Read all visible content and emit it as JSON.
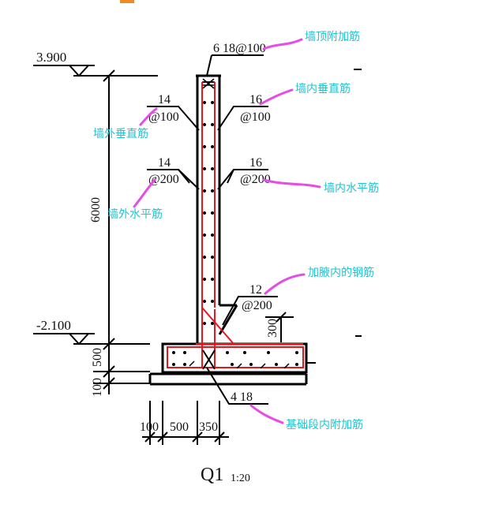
{
  "colors": {
    "annotation": "#22c3cf",
    "leader": "#e64ce6",
    "rebar": "#e8141e",
    "line": "#000000",
    "marker": "#f08a24"
  },
  "elevations": {
    "top": "3.900",
    "bottom": "-2.100"
  },
  "dimensions": {
    "height": "6000",
    "footing": "500",
    "cushion": "100",
    "base_1": "100",
    "base_2": "500",
    "base_3": "350",
    "haunch": "300"
  },
  "rebar_labels": {
    "top": "6 18@100",
    "outer_vert_size": "14",
    "outer_vert_spacing": "@100",
    "outer_horiz_size": "14",
    "outer_horiz_spacing": "@200",
    "inner_vert_size": "16",
    "inner_vert_spacing": "@100",
    "inner_horiz_size": "16",
    "inner_horiz_spacing": "@200",
    "haunch_size": "12",
    "haunch_spacing": "@200",
    "footing": "4 18"
  },
  "annotations": {
    "top_additional": "墙顶附加筋",
    "inner_vertical": "墙内垂直筋",
    "outer_vertical": "墙外垂直筋",
    "inner_horizontal": "墙内水平筋",
    "outer_horizontal": "墙外水平筋",
    "haunch_rebar": "加腋内的钢筋",
    "footing_additional": "基础段内附加筋"
  },
  "title": {
    "name": "Q1",
    "scale": "1:20"
  }
}
